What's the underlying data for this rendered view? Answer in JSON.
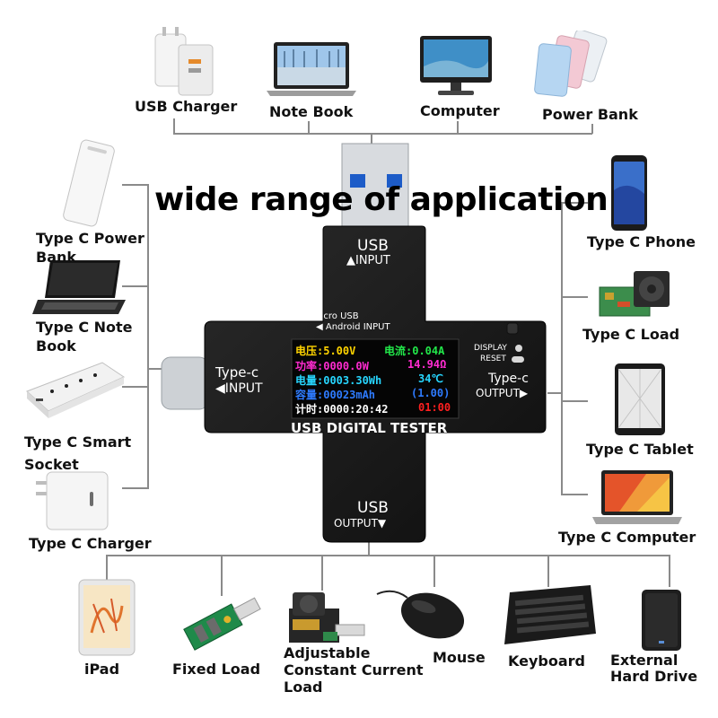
{
  "headline": "wide range of application",
  "top_devices": {
    "usb_charger": "USB Charger",
    "note_book": "Note Book",
    "computer": "Computer",
    "power_bank": "Power Bank"
  },
  "left_devices": {
    "type_c_power_bank": "Type C Power\nBank",
    "type_c_note_book": "Type C Note\nBook",
    "type_c_smart_socket": "Type C Smart\nSocket",
    "type_c_charger": "Type C Charger"
  },
  "right_devices": {
    "type_c_phone": "Type C Phone",
    "type_c_load": "Type C Load",
    "type_c_tablet": "Type C Tablet",
    "type_c_computer": "Type C Computer"
  },
  "bottom_devices": {
    "ipad": "iPad",
    "fixed_load": "Fixed Load",
    "adjustable_load": "Adjustable\nConstant Current\nLoad",
    "mouse": "Mouse",
    "keyboard": "Keyboard",
    "external_hard_drive": "External\nHard Drive"
  },
  "tester": {
    "usb_input_title": "USB",
    "usb_input_sub": "▲INPUT",
    "micro_usb_line1": "Micro USB",
    "micro_usb_line2": "◀ Android INPUT",
    "typec_input_title": "Type-c",
    "typec_input_sub": "◀INPUT",
    "display_label": "DISPLAY",
    "reset_label": "RESET",
    "typec_output_title": "Type-c",
    "typec_output_sub": "OUTPUT▶",
    "brand_label": "USB DIGITAL TESTER",
    "usb_output_title": "USB",
    "usb_output_sub": "OUTPUT▼",
    "screen": {
      "voltage": "电压:5.00V",
      "current": "电流:0.04A",
      "power": "功率:0000.0W",
      "resistance": "14.94Ω",
      "energy": "电量:0003.30Wh",
      "temperature": "34℃",
      "capacity": "容量:00023mAh",
      "ratio": "(1.00)",
      "timer": "计时:0000:20:42",
      "group": "01:00"
    }
  },
  "colors": {
    "wire": "#8a8a8a",
    "device_body": "#1c1c1c",
    "screen_yellow": "#ffd400",
    "screen_green": "#22e84a",
    "screen_magenta": "#ff2bd0",
    "screen_cyan": "#27d6ff",
    "screen_blue": "#2e7bff",
    "screen_red": "#ff2020"
  }
}
